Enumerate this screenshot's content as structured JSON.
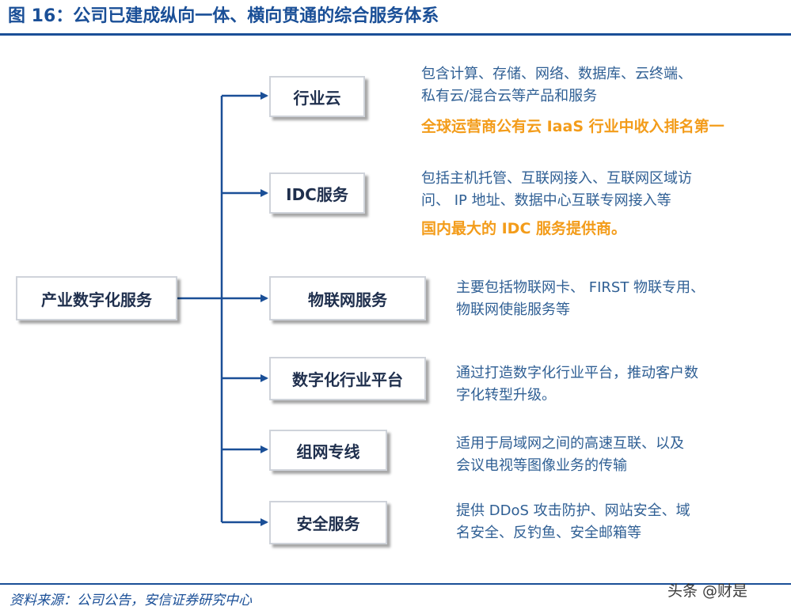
{
  "figure": {
    "title": "图 16：公司已建成纵向一体、横向贯通的综合服务体系",
    "source": "资料来源：公司公告，安信证券研究中心",
    "watermark": "头条 @财是"
  },
  "diagram": {
    "root": {
      "label": "产业数字化服务"
    },
    "branches": [
      {
        "label": "行业云",
        "desc_lines": [
          "包含计算、存储、网络、数据库、云终端、",
          "私有云/混合云等产品和服务"
        ],
        "highlight": "全球运营商公有云 IaaS 行业中收入排名第一"
      },
      {
        "label": "IDC服务",
        "desc_lines": [
          "包括主机托管、互联网接入、互联网区域访",
          "问、 IP 地址、数据中心互联专网接入等"
        ],
        "highlight": "国内最大的 IDC 服务提供商。"
      },
      {
        "label": "物联网服务",
        "desc_lines": [
          "主要包括物联网卡、 FIRST 物联专用、",
          "物联网使能服务等"
        ]
      },
      {
        "label": "数字化行业平台",
        "desc_lines": [
          "通过打造数字化行业平台，推动客户数",
          "字化转型升级。"
        ]
      },
      {
        "label": "组网专线",
        "desc_lines": [
          "适用于局域网之间的高速互联、以及",
          "会议电视等图像业务的传输"
        ]
      },
      {
        "label": "安全服务",
        "desc_lines": [
          "提供 DDoS 攻击防护、网站安全、域",
          "名安全、反钓鱼、安全邮箱等"
        ]
      }
    ]
  },
  "colors": {
    "title": "#1a4f97",
    "connector": "#1a4f97",
    "box_text": "#1f2f4d",
    "desc_text": "#2f5f94",
    "highlight": "#f39c1a",
    "box_border": "#cfd3da"
  }
}
